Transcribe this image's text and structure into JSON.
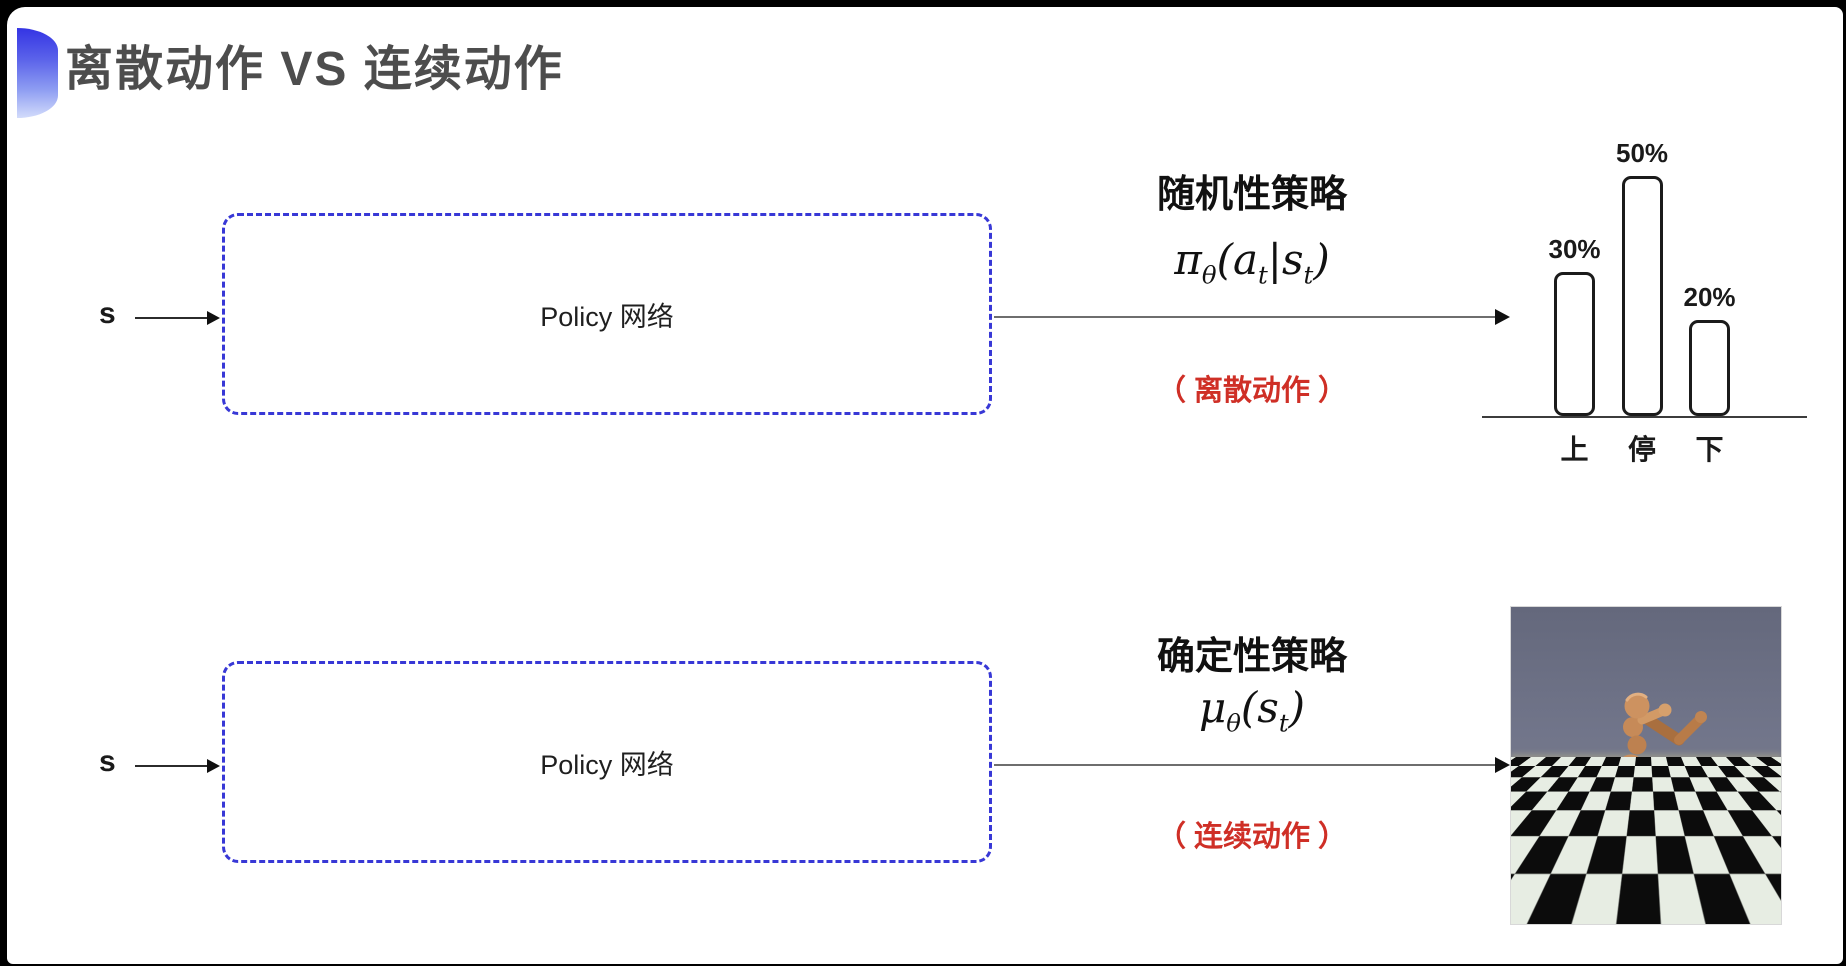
{
  "slide": {
    "title": "离散动作 VS 连续动作"
  },
  "colors": {
    "accent_blue": "#3a3ae0",
    "box_border_blue": "#3838d6",
    "red_label": "#cf2f26",
    "title_gray": "#4d4d4d"
  },
  "top_flow": {
    "input_label": "s",
    "box_label": "Policy 网络",
    "policy_name": "随机性策略",
    "formula": {
      "pi": "π",
      "theta": "θ",
      "p1": "(a",
      "t1": "t",
      "p2": "|s",
      "t2": "t",
      "p3": ")"
    },
    "action_label": "（ 离散动作 ）"
  },
  "bottom_flow": {
    "input_label": "s",
    "box_label": "Policy 网络",
    "policy_name": "确定性策略",
    "formula": {
      "mu": "μ",
      "theta": "θ",
      "p1": "(s",
      "t1": "t",
      "p2": ")"
    },
    "action_label": "（ 连续动作 ）"
  },
  "bar_chart": {
    "type": "bar",
    "categories": [
      "上",
      "停",
      "下"
    ],
    "values": [
      30,
      50,
      20
    ],
    "value_labels": [
      "30%",
      "50%",
      "20%"
    ],
    "ylim": [
      0,
      50
    ],
    "grid": false,
    "legend": "none"
  },
  "robot_panel": {
    "name": "humanoid-mujoco-render",
    "sky_color": "#71758a",
    "floor_light": "#e7ede3",
    "floor_dark": "#0c0c0c",
    "body_color": "#c68a58"
  }
}
